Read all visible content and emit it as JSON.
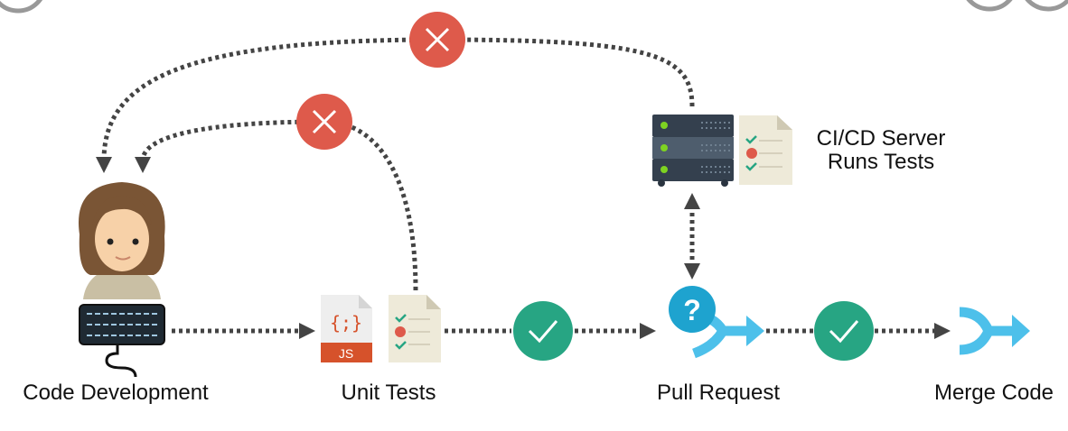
{
  "labels": {
    "code_development": "Code Development",
    "unit_tests": "Unit Tests",
    "pull_request": "Pull Request",
    "merge_code": "Merge Code",
    "server_line1": "CI/CD Server",
    "server_line2": "Runs Tests"
  },
  "file_badge": "JS",
  "file_glyph": "{;}",
  "pr_glyph": "?",
  "colors": {
    "fail": "#DE5A4B",
    "pass": "#27A583",
    "merge": "#4DC0EA",
    "question": "#1EA3CF",
    "line": "#444444",
    "server": "#34404E",
    "doc": "#EEEAD9",
    "js": "#D6522B"
  }
}
